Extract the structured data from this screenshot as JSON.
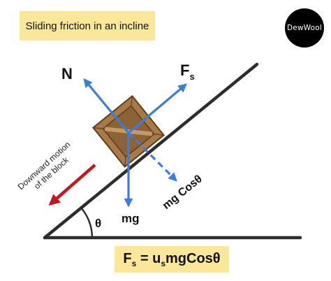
{
  "title": "Sliding friction in an incline",
  "logo": "DewWool",
  "labels": {
    "normal": "N",
    "friction_main": "F",
    "friction_sub": "s",
    "weight": "mg",
    "component": "mg Cosθ",
    "angle": "θ",
    "motion_line1": "Downward motion",
    "motion_line2": "of the block"
  },
  "formula": {
    "lhs_main": "F",
    "lhs_sub": "s",
    "eq": " = u",
    "rhs_sub": "s",
    "rhs_main": "mgCosθ"
  },
  "colors": {
    "highlight": "#fbe79a",
    "force": "#3b7dd8",
    "motion": "#c8141e",
    "incline": "#2d2d2d",
    "box": "#a87a48"
  },
  "icons": [
    "box-icon",
    "force-arrow-icon",
    "motion-arrow-icon"
  ]
}
